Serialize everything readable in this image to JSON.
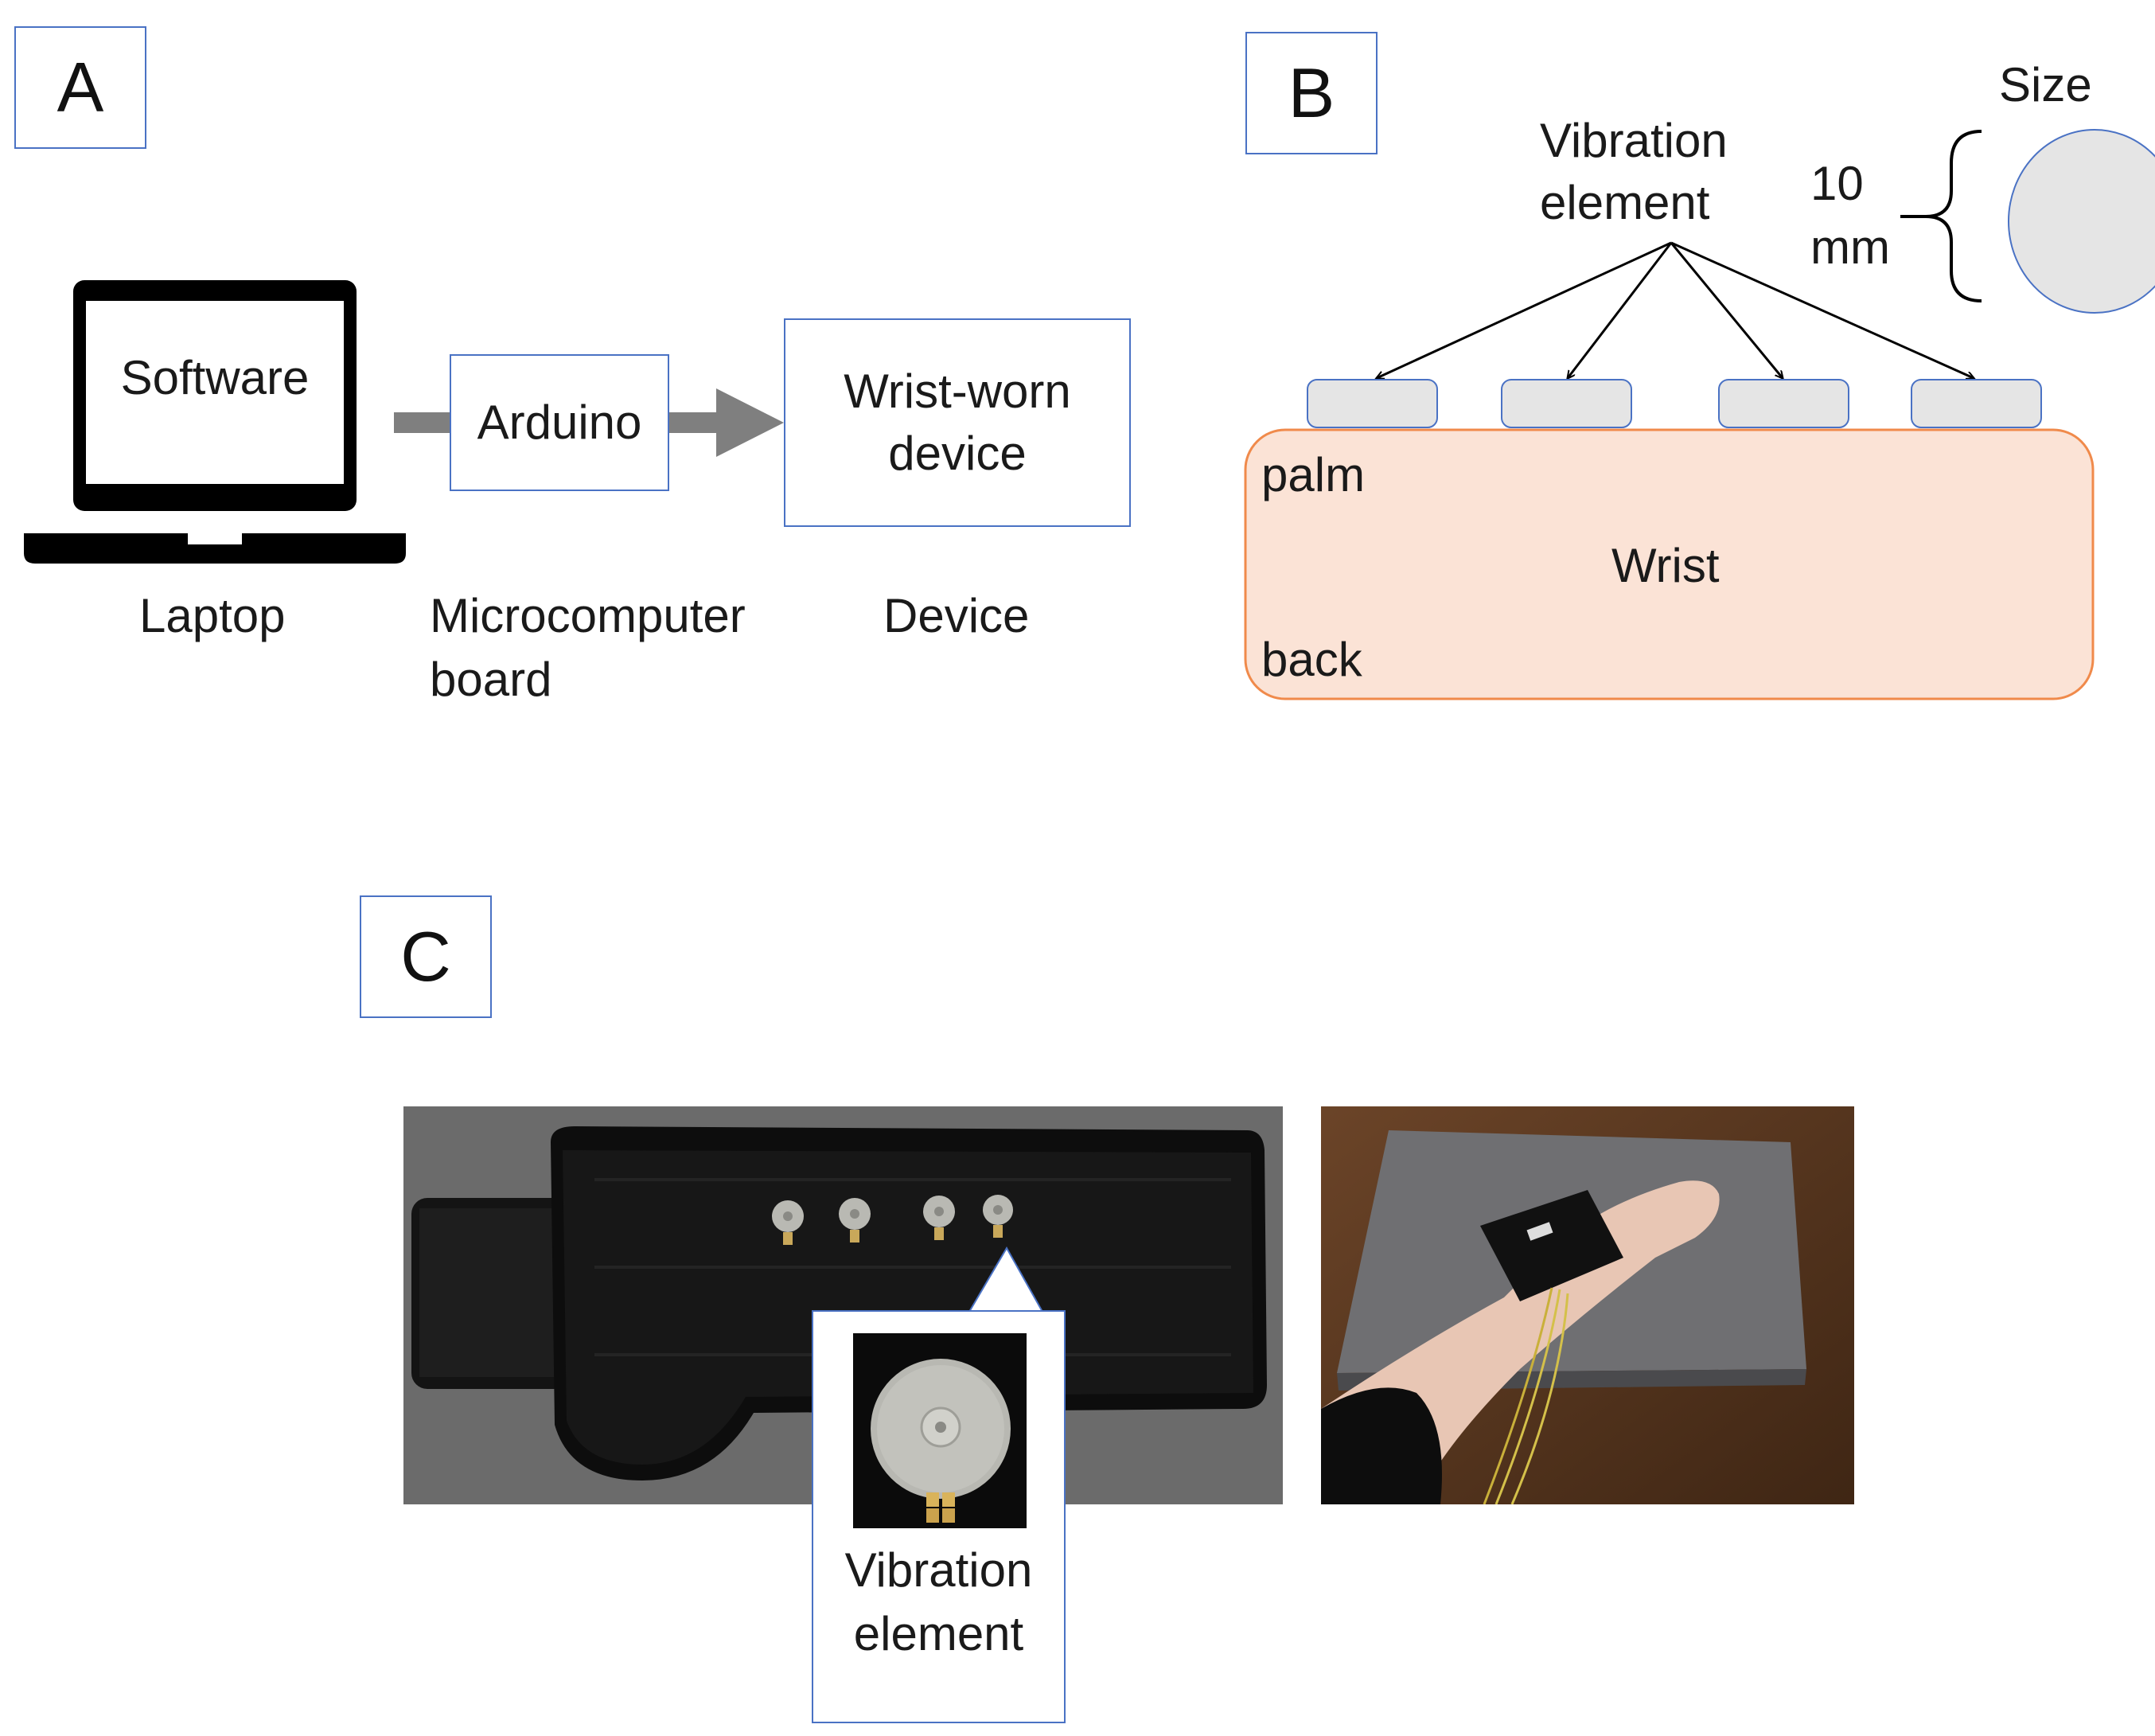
{
  "panels": {
    "a": "A",
    "b": "B",
    "c": "C"
  },
  "panel_a": {
    "software": "Software",
    "arduino": "Arduino",
    "device_box_line1": "Wrist-worn",
    "device_box_line2": "device",
    "caption_laptop": "Laptop",
    "caption_board_line1": "Microcomputer",
    "caption_board_line2": "board",
    "caption_device": "Device"
  },
  "panel_b": {
    "vibration_line1": "Vibration",
    "vibration_line2": "element",
    "size_title": "Size",
    "size_value": "10",
    "size_unit": "mm",
    "palm": "palm",
    "wrist": "Wrist",
    "back": "back",
    "colors": {
      "wrist_fill": "#fbe3d6",
      "wrist_stroke": "#f08a4b",
      "element_fill": "#e5e5e5",
      "element_stroke": "#4a72c4"
    }
  },
  "panel_c": {
    "callout_line1": "Vibration",
    "callout_line2": "element"
  }
}
